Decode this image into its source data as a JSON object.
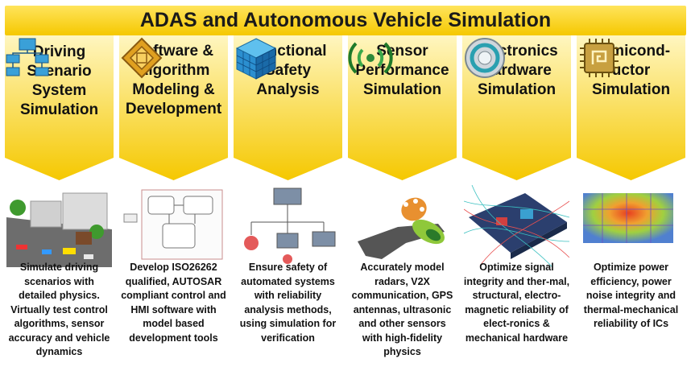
{
  "banner": {
    "title": "ADAS and Autonomous Vehicle Simulation"
  },
  "columns": [
    {
      "title": "Driving Scenario System Simulation",
      "icon": "flowchart-icon",
      "description": "Simulate driving scenarios with detailed physics. Virtually test control algorithms, sensor accuracy and vehicle dynamics"
    },
    {
      "title": "Software & Algorithm Modeling & Development",
      "icon": "diamond-chip-icon",
      "description": "Develop ISO26262 qualified, AUTOSAR compliant control and HMI software with model based development tools"
    },
    {
      "title": "Functional Safety Analysis",
      "icon": "cube-icon",
      "description": "Ensure safety of automated systems with reliability analysis methods, using simulation for verification"
    },
    {
      "title": "Sensor Performance Simulation",
      "icon": "signal-waves-icon",
      "description": "Accurately model radars, V2X communication, GPS antennas, ultrasonic and other sensors with high-fidelity physics"
    },
    {
      "title": "Electronics Hardware Simulation",
      "icon": "ring-icon",
      "description": "Optimize signal integrity and ther-mal, structural, electro-magnetic reliability of elect-ronics & mechanical hardware"
    },
    {
      "title": "Semicond-uctor Simulation",
      "icon": "chip-icon",
      "description": "Optimize power efficiency, power noise integrity and thermal-mechanical reliability of ICs"
    }
  ],
  "colors": {
    "banner": "#f5c800",
    "chevron_top": "#fff4b0",
    "chevron_bottom": "#f5c800"
  }
}
